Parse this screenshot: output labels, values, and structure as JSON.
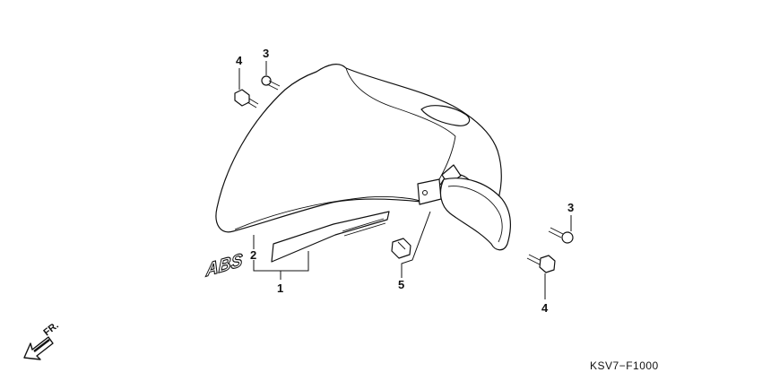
{
  "callouts": {
    "c1": "1",
    "c2": "2",
    "c3_top": "3",
    "c3_right": "3",
    "c4_top": "4",
    "c4_bottom": "4",
    "c5": "5"
  },
  "direction_label": "FR.",
  "decal_text": "ABS",
  "diagram_code": "KSV7−F1000",
  "colors": {
    "ink": "#111111",
    "background": "#ffffff"
  }
}
